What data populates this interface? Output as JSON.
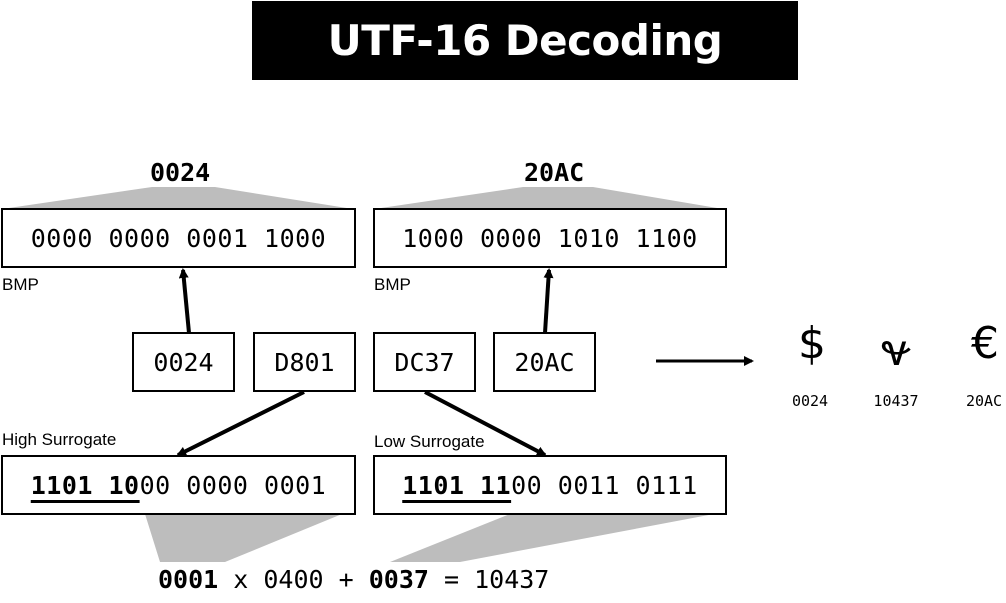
{
  "title": "UTF-16 Decoding",
  "bmp_left": {
    "header": "0024",
    "binary": "0000 0000 0001 1000",
    "label": "BMP"
  },
  "bmp_right": {
    "header": "20AC",
    "binary": "1000 0000 1010 1100",
    "label": "BMP"
  },
  "units": [
    "0024",
    "D801",
    "DC37",
    "20AC"
  ],
  "high_surrogate": {
    "label": "High Surrogate",
    "prefix": "1101 10",
    "rest": "00 0000 0001"
  },
  "low_surrogate": {
    "label": "Low Surrogate",
    "prefix": "1101 11",
    "rest": "00 0011 0111"
  },
  "formula": {
    "a": "0001",
    "op1": " x 0400 + ",
    "b": "0037",
    "op2": " = 10437"
  },
  "output": [
    {
      "glyph": "$",
      "codepoint": "0024"
    },
    {
      "glyph": "𐐷",
      "codepoint": "10437"
    },
    {
      "glyph": "€",
      "codepoint": "20AC"
    }
  ]
}
